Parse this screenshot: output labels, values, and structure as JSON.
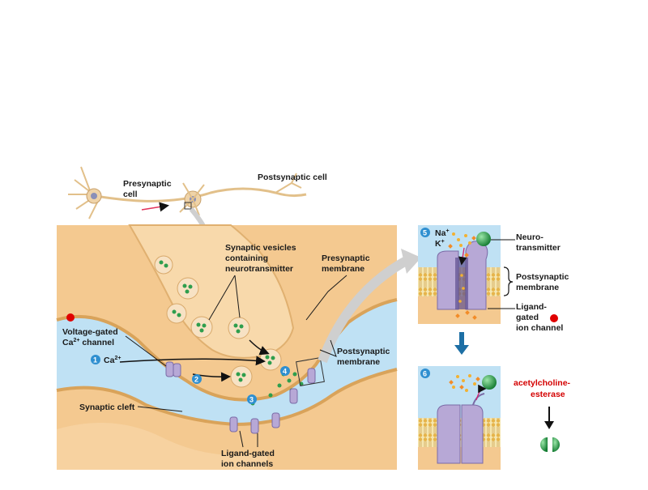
{
  "labels": {
    "presynaptic_cell_1": "Presynaptic",
    "presynaptic_cell_2": "cell",
    "postsynaptic_cell": "Postsynaptic cell",
    "vesicles_1": "Synaptic vesicles",
    "vesicles_2": "containing",
    "vesicles_3": "neurotransmitter",
    "presynaptic_membrane_1": "Presynaptic",
    "presynaptic_membrane_2": "membrane",
    "voltage_gated_1": "Voltage-gated",
    "voltage_gated_2a": "Ca",
    "voltage_gated_2sup": "2+",
    "voltage_gated_2b": " channel",
    "ca_ion": "Ca",
    "ca_ion_sup": "2+",
    "postsynaptic_membrane_1": "Postsynaptic",
    "postsynaptic_membrane_2": "membrane",
    "synaptic_cleft": "Synaptic cleft",
    "ligand_channels_1": "Ligand-gated",
    "ligand_channels_2": "ion channels",
    "na_ion": "Na",
    "k_ion": "K",
    "ion_sup": "+",
    "neurotransmitter_1": "Neuro-",
    "neurotransmitter_2": "transmitter",
    "post_membrane_box_1": "Postsynaptic",
    "post_membrane_box_2": "membrane",
    "ligand_gated_box_1": "Ligand-",
    "ligand_gated_box_2": "gated",
    "ligand_gated_box_3": "ion channel",
    "acetylcholinesterase_1": "acetylcholine-",
    "acetylcholinesterase_2": "esterase"
  },
  "steps": [
    "1",
    "2",
    "3",
    "4",
    "5",
    "6"
  ],
  "colors": {
    "cytoplasm": "#f4c990",
    "membrane": "#d9a35a",
    "cleft": "#bfe1f4",
    "channel": "#b7a8d6",
    "step_badge": "#2f8fd0",
    "neurotransmitter": "#2e9e4d",
    "annotation_red": "#d40000"
  }
}
